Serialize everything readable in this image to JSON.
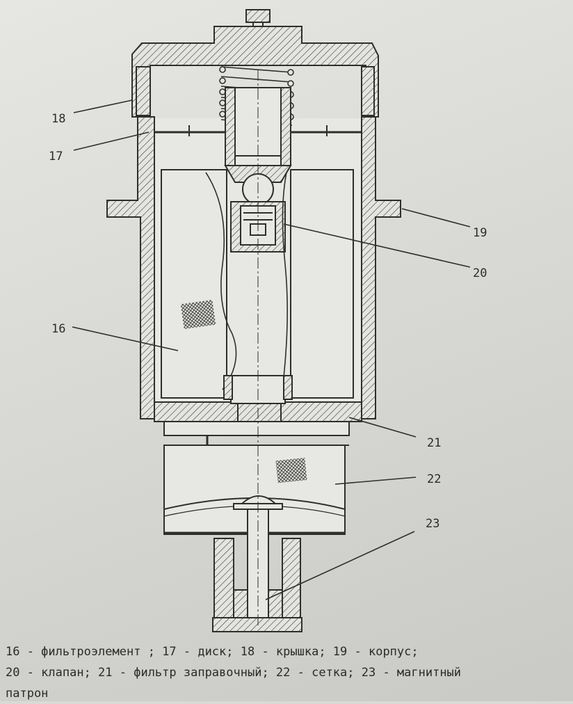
{
  "labels": {
    "l16": "16",
    "l17": "17",
    "l18": "18",
    "l19": "19",
    "l20": "20",
    "l21": "21",
    "l22": "22",
    "l23": "23"
  },
  "caption": {
    "line1": "16 - фильтроэлемент ; 17 - диск; 18 - крышка; 19 - корпус;",
    "line2": "20 - клапан; 21 - фильтр заправочный; 22 - сетка; 23 - магнитный",
    "line3": "патрон"
  }
}
